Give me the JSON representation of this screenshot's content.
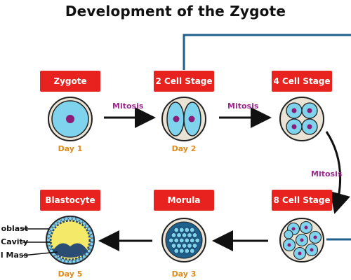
{
  "title": "Development of the Zygote",
  "stages": [
    {
      "label": "Zygote",
      "day": "Day 1"
    },
    {
      "label": "2 Cell Stage",
      "day": "Day 2"
    },
    {
      "label": "4 Cell Stage",
      "day": ""
    },
    {
      "label": "8 Cell Stage",
      "day": ""
    },
    {
      "label": "Morula",
      "day": "Day 3"
    },
    {
      "label": "Blastocyte",
      "day": "Day 5"
    }
  ],
  "processes": {
    "zygote_to_2": "Mitosis",
    "two_to_4": "Mitosis",
    "four_to_8": "Mitosis"
  },
  "blastocyst_labels": {
    "trophoblast": "oblast",
    "cavity": "Cavity",
    "inner_mass": "l Mass"
  },
  "colors": {
    "label_bg": "#e8231f",
    "day_text": "#e08a17",
    "process_text": "#9b2a8c",
    "cell_fill": "#7fd3ec",
    "nucleus": "#8b1d7a",
    "connector": "#1e5f8c"
  }
}
